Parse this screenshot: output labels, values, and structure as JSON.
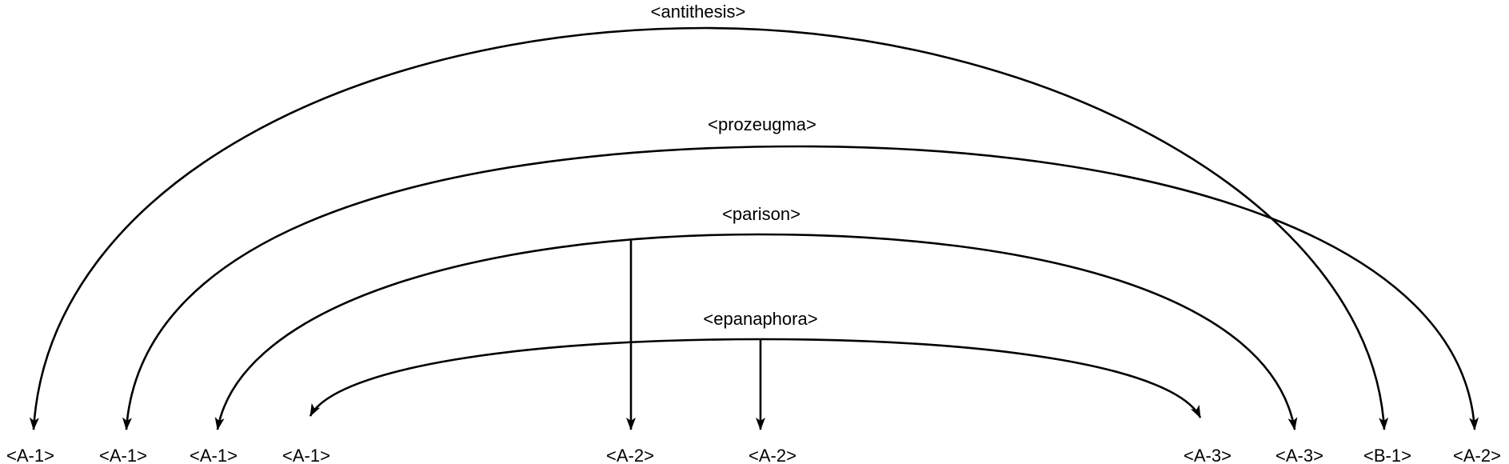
{
  "relations": [
    {
      "label": "<antithesis>"
    },
    {
      "label": "<prozeugma>"
    },
    {
      "label": "<parison>"
    },
    {
      "label": "<epanaphora>"
    }
  ],
  "nodes": [
    "<A-1>",
    "<A-1>",
    "<A-1>",
    "<A-1>",
    "<A-2>",
    "<A-2>",
    "<A-3>",
    "<A-3>",
    "<B-1>",
    "<A-2>"
  ],
  "colors": {
    "stroke": "#000000",
    "background": "#ffffff"
  }
}
